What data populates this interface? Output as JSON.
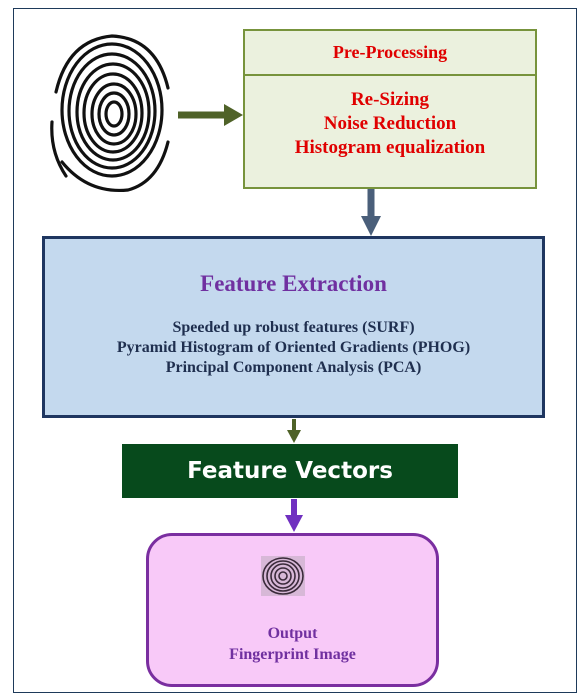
{
  "pre_processing": {
    "title": "Pre-Processing",
    "steps": [
      "Re-Sizing",
      "Noise Reduction",
      "Histogram equalization"
    ]
  },
  "feature_extraction": {
    "title": "Feature Extraction",
    "methods": [
      "Speeded up robust features (SURF)",
      "Pyramid Histogram of Oriented Gradients (PHOG)",
      "Principal Component Analysis (PCA)"
    ]
  },
  "feature_vectors": {
    "label": "Feature Vectors"
  },
  "output": {
    "line1": "Output",
    "line2": "Fingerprint Image"
  },
  "colors": {
    "pre_fill": "#ebf1de",
    "pre_border": "#77933c",
    "pre_text": "#e00000",
    "fe_fill": "#c4d9ee",
    "fe_border": "#1f3660",
    "fe_title": "#7030a0",
    "fv_fill": "#074a1c",
    "out_fill": "#f8c9f8",
    "out_border": "#7a2ea0",
    "arrow_green": "#4f6228",
    "arrow_slate": "#4a5f7a",
    "arrow_purple": "#7030c0"
  },
  "icons": [
    "fingerprint-image",
    "output-fingerprint-thumbnail"
  ]
}
